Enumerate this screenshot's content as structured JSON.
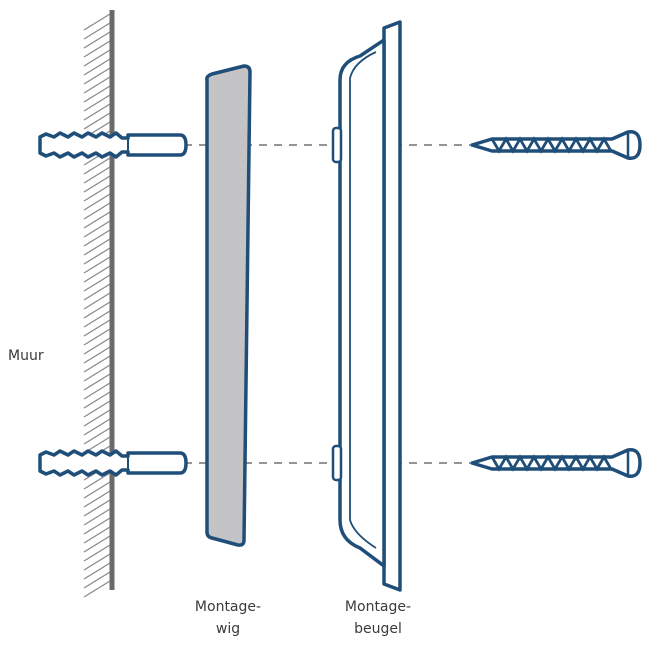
{
  "labels": {
    "wall": "Muur",
    "wedge_line1": "Montage-",
    "wedge_line2": "wig",
    "bracket_line1": "Montage-",
    "bracket_line2": "beugel"
  },
  "colors": {
    "outline": "#1f4e79",
    "wall": "#6a6a6a",
    "wedge_fill": "#c4c4c6",
    "dash": "#555555",
    "text": "#3a3a3a"
  },
  "parts": {
    "plugs": 2,
    "screws": 2,
    "icons": [
      "wall-hatch-icon",
      "wall-plug-icon",
      "mounting-wedge-icon",
      "mounting-bracket-icon",
      "screw-icon",
      "dashed-guide-line"
    ]
  }
}
